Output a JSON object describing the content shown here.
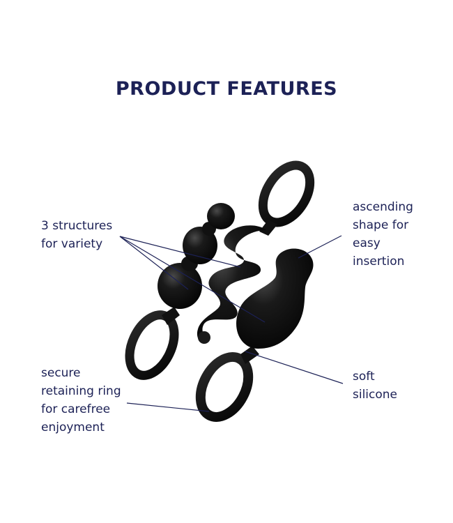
{
  "title": "PRODUCT FEATURES",
  "features": {
    "structures": [
      "3 structures",
      "for variety"
    ],
    "ascending": [
      "ascending",
      "shape for",
      "easy",
      "insertion"
    ],
    "ring": [
      "secure",
      "retaining ring",
      "for carefree",
      "enjoyment"
    ],
    "silicone": [
      "soft",
      "silicone"
    ]
  },
  "colors": {
    "text": "#1c2156",
    "product": "#0f0f0f",
    "leader_line": "#1c2156",
    "background": "#ffffff"
  }
}
